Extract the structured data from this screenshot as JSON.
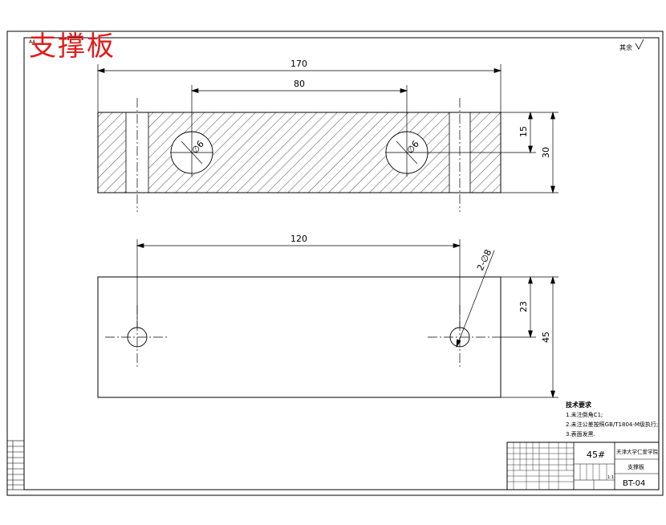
{
  "drawing": {
    "part_title": "支撑板",
    "sheet_label": "A4",
    "roughness_note": "其余",
    "top_view": {
      "dim_overall_length": "170",
      "dim_hole_spacing": "80",
      "dim_half_height": "15",
      "dim_height": "30",
      "hole_label_left": "∅6",
      "hole_label_right": "∅6"
    },
    "front_view": {
      "dim_hole_spacing": "120",
      "dim_hole_callout": "2-∅8",
      "dim_center_height": "23",
      "dim_height": "45"
    },
    "tech_notes": {
      "title": "技术要求",
      "items": [
        "1.未注倒角C1;",
        "2.未注公差按照GB/T1804-M级执行;",
        "3.表面发黑."
      ]
    },
    "title_block": {
      "material": "45#",
      "company": "天津大学仁爱学院",
      "part_name": "支撑板",
      "drawing_no": "BT-04",
      "scale": "1:1"
    }
  }
}
